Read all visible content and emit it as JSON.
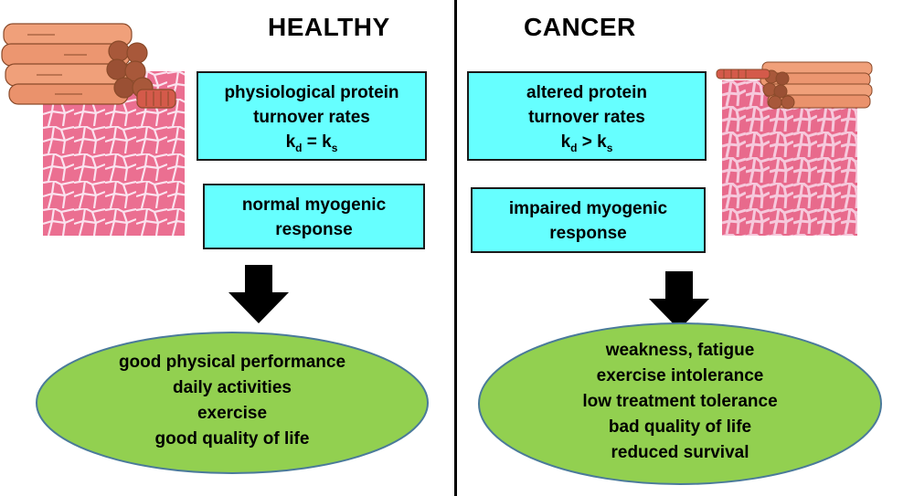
{
  "healthy": {
    "title": "HEALTHY",
    "box1": {
      "line1": "physiological protein",
      "line2": "turnover rates",
      "k_left": "k",
      "k_left_sub": "d",
      "relation": "=",
      "k_right": "k",
      "k_right_sub": "s"
    },
    "box2": {
      "line1": "normal myogenic",
      "line2": "response"
    },
    "outcomes": [
      "good physical performance",
      "daily activities",
      "exercise",
      "good quality of life"
    ]
  },
  "cancer": {
    "title": "CANCER",
    "box1": {
      "line1": "altered protein",
      "line2": "turnover rates",
      "k_left": "k",
      "k_left_sub": "d",
      "relation": ">",
      "k_right": "k",
      "k_right_sub": "s"
    },
    "box2": {
      "line1": "impaired myogenic",
      "line2": "response"
    },
    "outcomes": [
      "weakness, fatigue",
      "exercise intolerance",
      "low treatment tolerance",
      "bad quality of life",
      "reduced survival"
    ]
  },
  "colors": {
    "box_fill": "#66ffff",
    "ellipse_fill": "#92d050",
    "ellipse_stroke": "#4a7a9a",
    "fiber": "#e8936a",
    "tissue": "#e86a8c"
  },
  "icons": [
    "muscle-fiber-bundle-icon",
    "muscle-tissue-section-icon",
    "down-arrow-icon"
  ]
}
